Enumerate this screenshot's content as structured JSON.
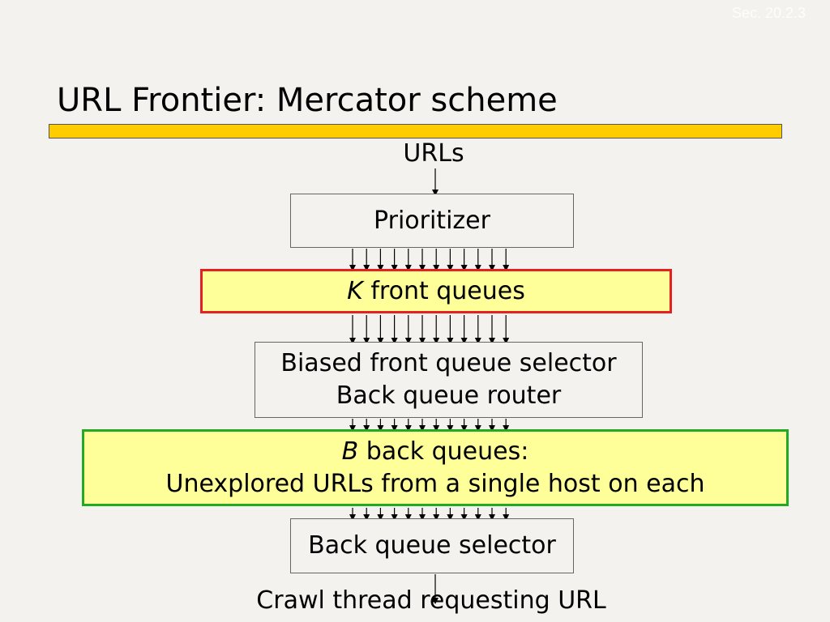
{
  "header": {
    "section_ref": "Sec. 20.2.3",
    "title": "URL Frontier: Mercator scheme",
    "accent_color": "#ffcc00"
  },
  "diagram": {
    "input_label": "URLs",
    "prioritizer": "Prioritizer",
    "front_queues": {
      "var": "K",
      "text": " front queues",
      "border_color": "#e62020",
      "fill": "#ffff99"
    },
    "selector_router": {
      "line1": "Biased front queue selector",
      "line2": "Back queue router"
    },
    "back_queues": {
      "var": "B",
      "line1_text": " back queues:",
      "line2": "Unexplored URLs from a single host on each",
      "border_color": "#22aa22",
      "fill": "#ffff99"
    },
    "back_selector": "Back queue selector",
    "output_label": "Crawl thread requesting URL"
  }
}
